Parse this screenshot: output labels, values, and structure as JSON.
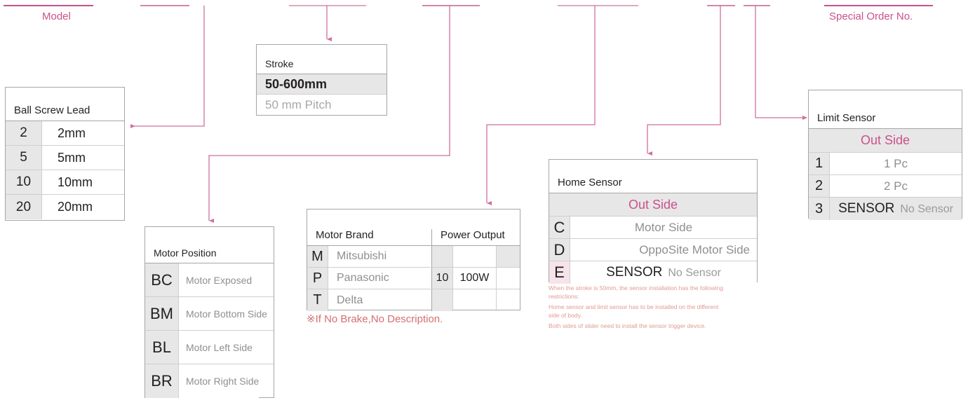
{
  "top_labels": {
    "model": "Model",
    "special_order": "Special Order No."
  },
  "tables": {
    "ball_screw_lead": {
      "title": "Ball Screw Lead",
      "rows": [
        {
          "code": "2",
          "value": "2mm"
        },
        {
          "code": "5",
          "value": "5mm"
        },
        {
          "code": "10",
          "value": "10mm"
        },
        {
          "code": "20",
          "value": "20mm"
        }
      ]
    },
    "stroke": {
      "title": "Stroke",
      "range": "50-600mm",
      "pitch": "50 mm Pitch"
    },
    "motor_position": {
      "title": "Motor Position",
      "rows": [
        {
          "code": "BC",
          "value": "Motor Exposed"
        },
        {
          "code": "BM",
          "value": "Motor Bottom Side"
        },
        {
          "code": "BL",
          "value": "Motor Left Side"
        },
        {
          "code": "BR",
          "value": "Motor Right Side"
        }
      ]
    },
    "motor_brand": {
      "title": "Motor Brand",
      "power_title": "Power Output",
      "rows": [
        {
          "code": "M",
          "name": "Mitsubishi",
          "power_code": "",
          "power_value": ""
        },
        {
          "code": "P",
          "name": "Panasonic",
          "power_code": "10",
          "power_value": "100W"
        },
        {
          "code": "T",
          "name": "Delta",
          "power_code": "",
          "power_value": ""
        }
      ],
      "note": "※If No Brake,No Description."
    },
    "home_sensor": {
      "title": "Home Sensor",
      "band": "Out Side",
      "rows": [
        {
          "code": "C",
          "value": "Motor Side"
        },
        {
          "code": "D",
          "value": "OppoSite Motor Side"
        },
        {
          "code": "E",
          "value_strong": "SENSOR",
          "value_weak": "No Sensor"
        }
      ],
      "fineprint": [
        "When the stroke is 50mm, the sensor installation has the following restrictions:",
        "Home sensor and limit sensor has to be installed on the different side of body.",
        "Both sides of slider need to install the sensor trigger device."
      ]
    },
    "limit_sensor": {
      "title": "Limit Sensor",
      "band": "Out Side",
      "rows": [
        {
          "code": "1",
          "value": "1 Pc"
        },
        {
          "code": "2",
          "value": "2 Pc"
        },
        {
          "code": "3",
          "value_strong": "SENSOR",
          "value_weak": "No Sensor"
        }
      ]
    }
  },
  "colors": {
    "accent_pink": "#c9518a",
    "wire_pink": "#cf6f9e",
    "tick_pale": "#dfa8c4",
    "shade_grey": "#e7e7e7",
    "note_red": "#d4706e",
    "pink_cell": "#f7e3ea"
  }
}
